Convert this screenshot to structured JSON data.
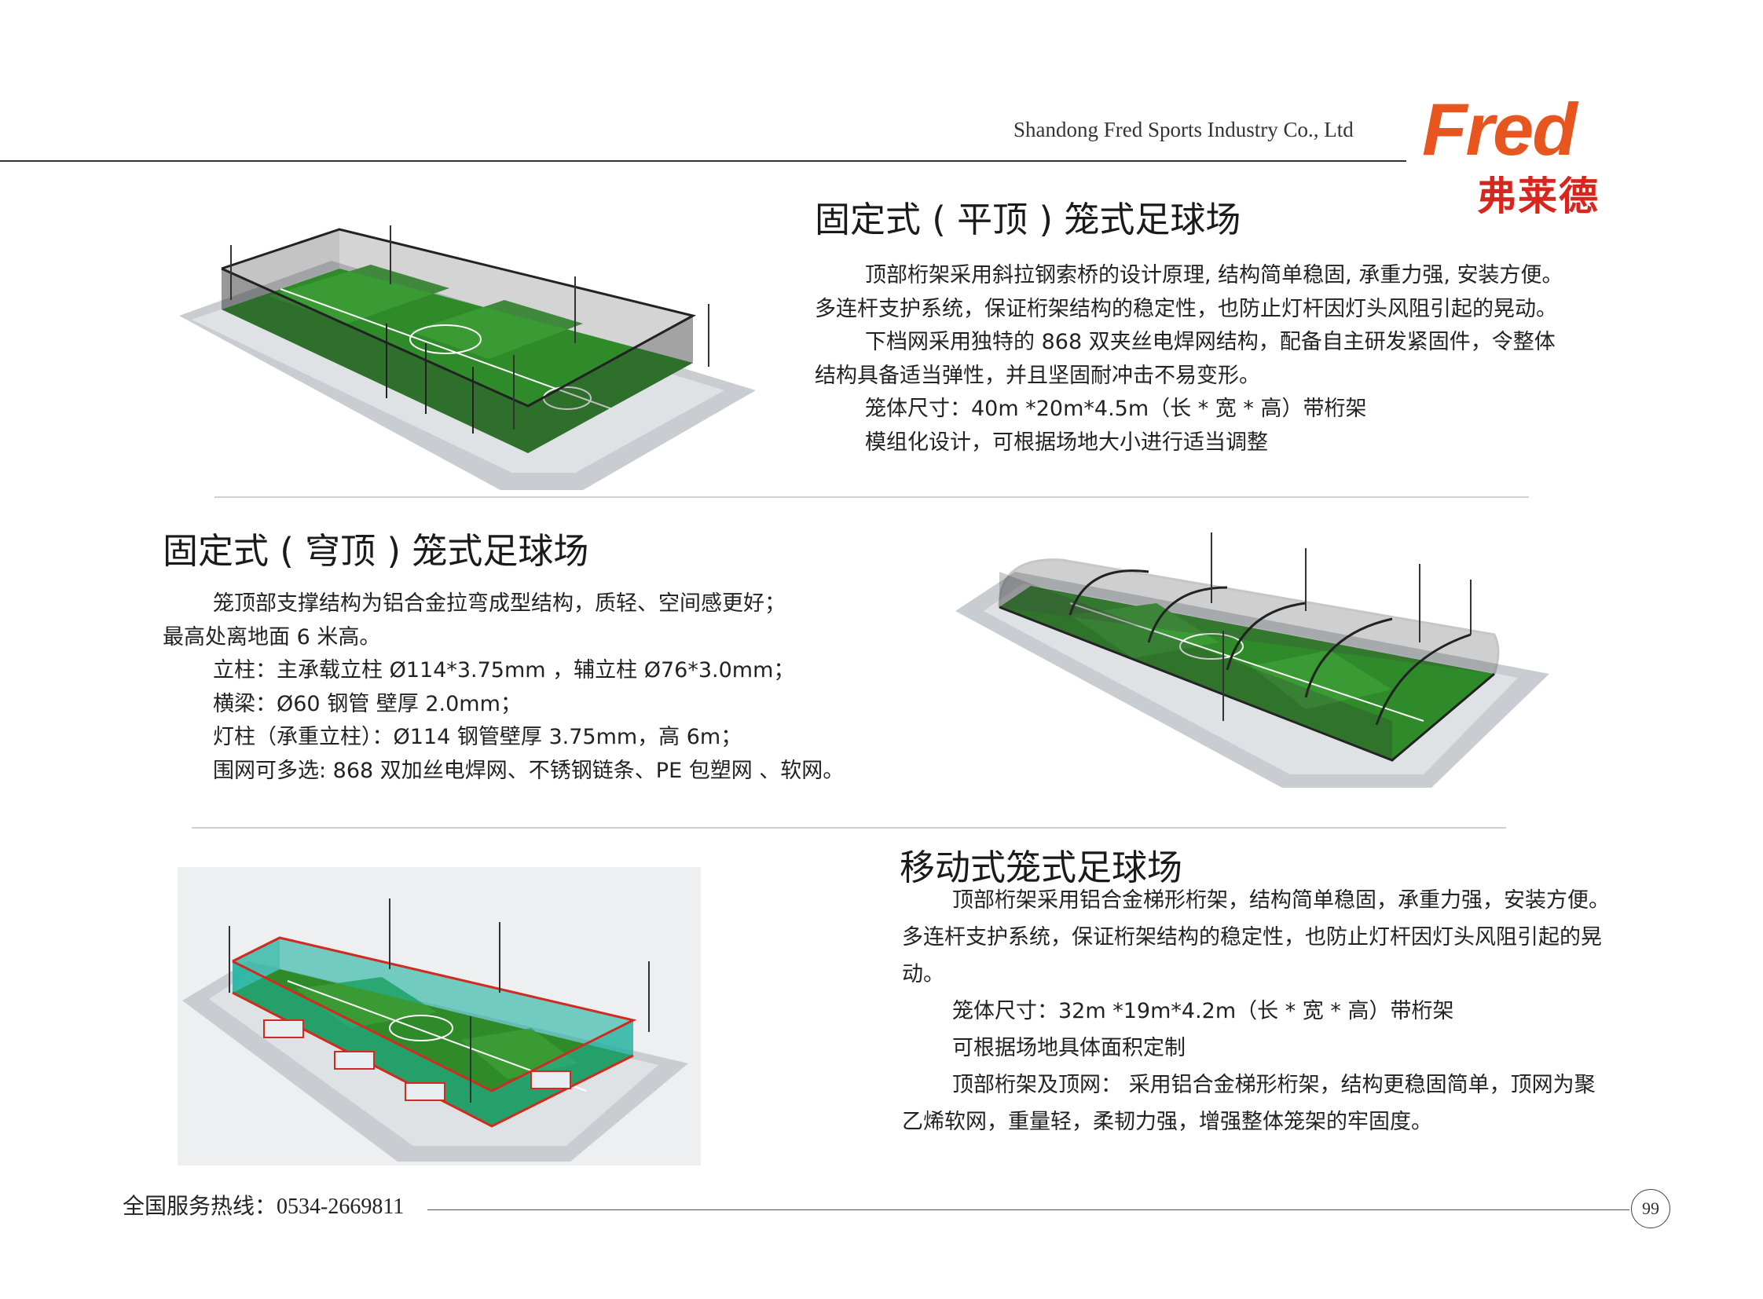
{
  "header": {
    "company": "Shandong Fred Sports Industry Co., Ltd",
    "logo_en": "Fred",
    "logo_cn": "弗莱德"
  },
  "section1": {
    "title": "固定式 ( 平顶 ) 笼式足球场",
    "lines": [
      "顶部桁架采用斜拉钢索桥的设计原理, 结构简单稳固, 承重力强, 安装方便。",
      "多连杆支护系统，保证桁架结构的稳定性，也防止灯杆因灯头风阻引起的晃动。",
      "下档网采用独特的 868 双夹丝电焊网结构，配备自主研发紧固件，令整体",
      "结构具备适当弹性，并且坚固耐冲击不易变形。",
      "笼体尺寸：40m *20m*4.5m（长 * 宽 * 高）带桁架",
      "模组化设计，可根据场地大小进行适当调整"
    ]
  },
  "section2": {
    "title": "固定式 ( 穹顶 ) 笼式足球场",
    "lines": [
      "笼顶部支撑结构为铝合金拉弯成型结构，质轻、空间感更好；",
      "最高处离地面 6 米高。",
      "立柱：主承载立柱 Ø114*3.75mm ，辅立柱 Ø76*3.0mm；",
      "横梁：Ø60 钢管   壁厚 2.0mm；",
      "灯柱（承重立柱）：Ø114 钢管壁厚 3.75mm，高 6m；",
      "围网可多选: 868 双加丝电焊网、不锈钢链条、PE 包塑网 、软网。"
    ]
  },
  "section3": {
    "title": "移动式笼式足球场",
    "lines": [
      "顶部桁架采用铝合金梯形桁架，结构简单稳固，承重力强，安装方便。",
      "多连杆支护系统，保证桁架结构的稳定性，也防止灯杆因灯头风阻引起的晃",
      "动。",
      "笼体尺寸：32m *19m*4.2m（长 * 宽 * 高）带桁架",
      "可根据场地具体面积定制",
      "顶部桁架及顶网： 采用铝合金梯形桁架，结构更稳固简单，顶网为聚",
      "乙烯软网，重量轻，柔韧力强，增强整体笼架的牢固度。"
    ]
  },
  "footer": {
    "hotline": "全国服务热线：0534-2669811",
    "page_number": "99"
  },
  "colors": {
    "logo_orange": "#e8561f",
    "logo_red": "#d7261e",
    "turf_green": "#2f8a2a",
    "track_grey": "#c9cdd2",
    "net_teal": "#1fb3a0"
  }
}
